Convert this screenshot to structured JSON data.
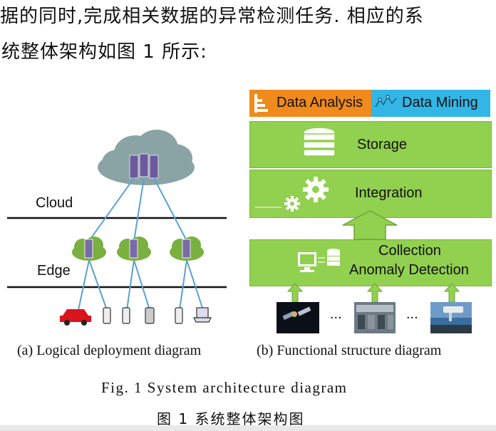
{
  "text": {
    "line1": "据的同时,完成相关数据的异常检测任务. 相应的系",
    "line2": "统整体架构如图 1 所示:"
  },
  "left_diagram": {
    "cloud_label": "Cloud",
    "edge_label": "Edge",
    "caption": "(a)  Logical deployment diagram"
  },
  "right_diagram": {
    "data_analysis": "Data Analysis",
    "data_mining": "Data Mining",
    "storage": "Storage",
    "integration": "Integration",
    "collection": "Collection",
    "anomaly_detection": "Anomaly Detection",
    "ellipsis_1": "...",
    "ellipsis_2": "...",
    "caption": "(b)  Functional structure diagram"
  },
  "figure": {
    "caption_en": "Fig.  1    System architecture diagram",
    "caption_cn": "图 1    系统整体架构图"
  },
  "colors": {
    "orange": "#f08a1c",
    "cyan": "#31b6e6",
    "green": "#92d050",
    "cloud": "#8aa4a6",
    "edge_cloud": "#79b040",
    "line_blue": "#5aa0d2"
  }
}
